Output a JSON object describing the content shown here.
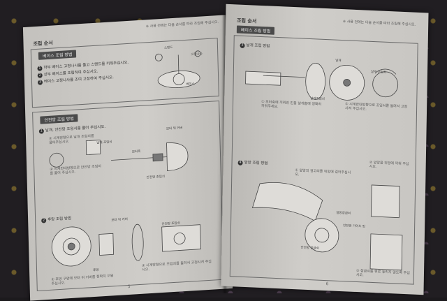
{
  "header_note": "※ 사용 전에는 다음 순서를 따라 조립해 주십시오.",
  "left_page": {
    "section_title": "조립 순서",
    "base_block": {
      "badge": "베이스 조립 방법",
      "steps": [
        "하부 베이스 고정나사를 풀고 스탠드를 끼워주십시오.",
        "상부 베이스를 조립하여 주십시오.",
        "베이스 고정나사를 조여 고정하여 주십시오."
      ],
      "labels": [
        "스탠드",
        "고정나사",
        "베이스"
      ]
    },
    "guard_block": {
      "badge": "안전망 조립 방법",
      "step1_title": "날개, 안전망 조임쇠를 풀어 주십시오.",
      "step1_notes": [
        "① 시계방향으로 날개 조임쇠를 풀어주십시오.",
        "② 시계반대방향으로 안전망 조임쇠를 풀어 주십시오."
      ],
      "step1_labels": [
        "날개 조임쇠",
        "모터축",
        "모터 뒤 커버",
        "안전망 조임쇠"
      ],
      "step2_title": "후망 조립 방법",
      "step2_labels": [
        "모터 뒤 커버",
        "안전망 조임쇠",
        "후망"
      ],
      "step2_notes": [
        "① 후망 구멍에 모터 뒤 커버를 정확히 끼워 주십시오.",
        "② 시계방향으로 조임쇠를 돌려서 고정시켜 주십시오."
      ]
    },
    "page_number": "5"
  },
  "right_page": {
    "section_title": "조립 순서",
    "badge": "베이스 조립 방법",
    "step3": {
      "title": "날개 조립 방법",
      "labels": [
        "날개",
        "날개조임쇠",
        "날개 조임쇠"
      ],
      "notes": [
        "① 모터축에 끼워진 핀을 날개홈에 정확히 끼워주세요.",
        "② 시계반대방향으로 조임쇠를 돌려서 고정시켜 주십시오."
      ]
    },
    "step4": {
      "title": "앞망 조립 방법",
      "labels": [
        "앞망장금쇠",
        "안전망 가이드 링",
        "안전망 잠금쇠"
      ],
      "notes": [
        "① 앞망의 걸고리를 뒤망에 걸어주십시오.",
        "② 앞망을 뒤망에 끼워 주십시오.",
        "③ 잠금쇠를 위로 놓리지 않도록 주십시오."
      ]
    },
    "page_number": "6"
  }
}
